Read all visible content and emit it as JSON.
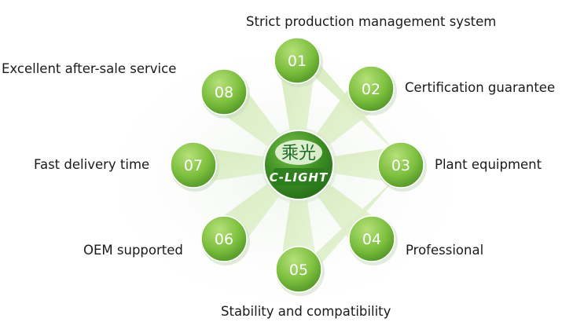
{
  "center": {
    "logo_cjk": "乘光",
    "logo_text": "C-LIGHT"
  },
  "nodes": [
    {
      "number": "01",
      "label": "Strict production management system"
    },
    {
      "number": "02",
      "label": "Certification guarantee"
    },
    {
      "number": "03",
      "label": "Plant equipment"
    },
    {
      "number": "04",
      "label": "Professional"
    },
    {
      "number": "05",
      "label": "Stability and compatibility"
    },
    {
      "number": "06",
      "label": "OEM supported"
    },
    {
      "number": "07",
      "label": "Fast delivery time"
    },
    {
      "number": "08",
      "label": "Excellent after-sale service"
    }
  ],
  "colors": {
    "node_light": "#a8d86a",
    "node_dark": "#5aa02c",
    "center_dark": "#2f7d1e",
    "ray": "#d6eebb"
  }
}
